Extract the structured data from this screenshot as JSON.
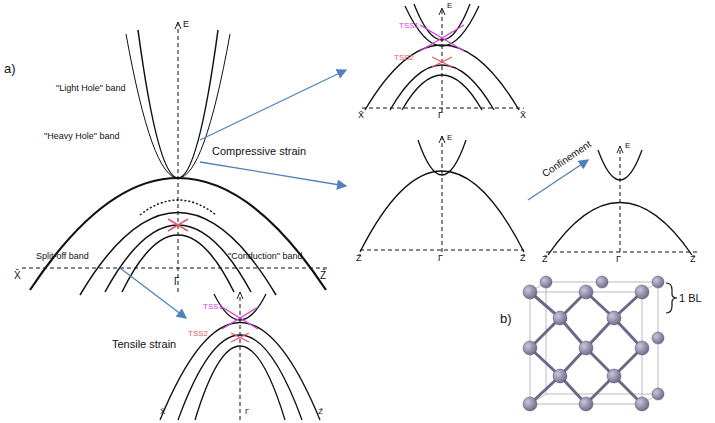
{
  "diagram": {
    "labels": [
      "a)",
      "E",
      "\"Light Hole\" band",
      "\"Heavy Hole\" band",
      "Split-off band",
      "\"Conduction\" band",
      "X̄",
      "Γ",
      "Z̄",
      "Compressive strain",
      "E",
      "TSS1",
      "TSS2",
      "X̄",
      "Γ",
      "X̄",
      "E",
      "Z̄",
      "Γ",
      "Z̄",
      "Confinement",
      "E",
      "Z̄",
      "Γ",
      "Z̄",
      "Tensile strain",
      "TSS1",
      "TSS2",
      "X̄",
      "Γ",
      "Z̄",
      "b)",
      "1 BL"
    ]
  }
}
